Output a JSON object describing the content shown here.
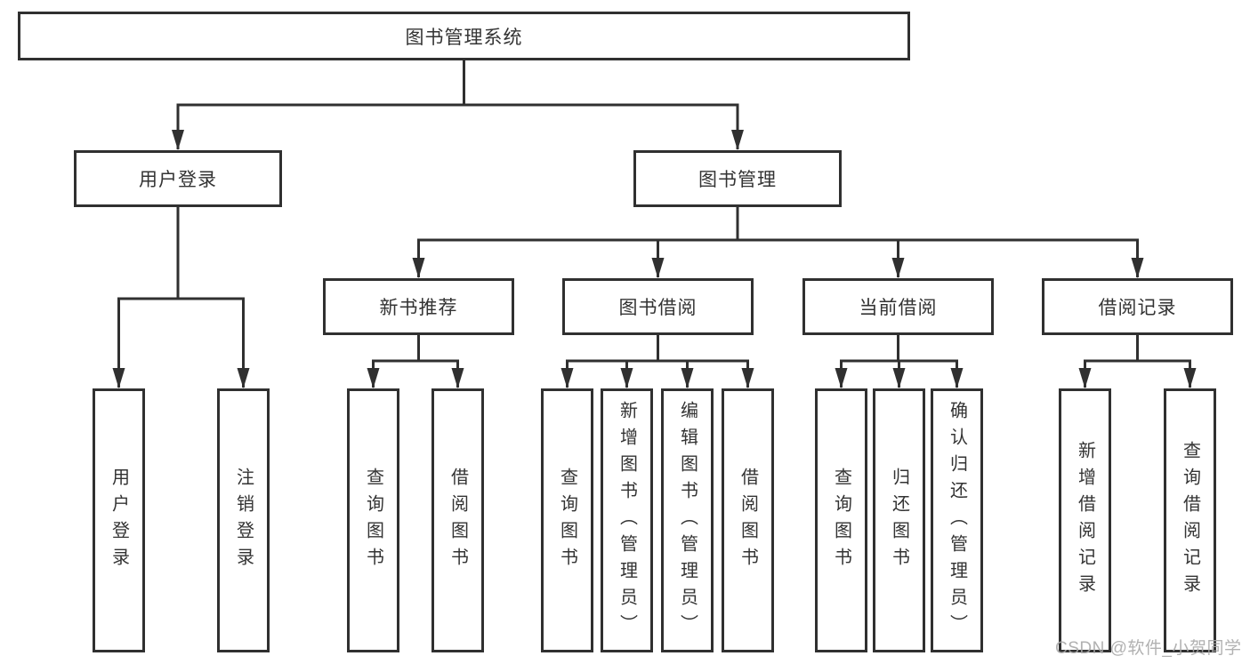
{
  "diagram": {
    "title": "图书管理系统",
    "tree": {
      "label": "图书管理系统",
      "children": [
        {
          "label": "用户登录",
          "children": [
            {
              "label": "用户登录"
            },
            {
              "label": "注销登录"
            }
          ]
        },
        {
          "label": "图书管理",
          "children": [
            {
              "label": "新书推荐",
              "children": [
                {
                  "label": "查询图书"
                },
                {
                  "label": "借阅图书"
                }
              ]
            },
            {
              "label": "图书借阅",
              "children": [
                {
                  "label": "查询图书"
                },
                {
                  "label": "新增图书（管理员）"
                },
                {
                  "label": "编辑图书（管理员）"
                },
                {
                  "label": "借阅图书"
                }
              ]
            },
            {
              "label": "当前借阅",
              "children": [
                {
                  "label": "查询图书"
                },
                {
                  "label": "归还图书"
                },
                {
                  "label": "确认归还（管理员）"
                }
              ]
            },
            {
              "label": "借阅记录",
              "children": [
                {
                  "label": "新增借阅记录"
                },
                {
                  "label": "查询借阅记录"
                }
              ]
            }
          ]
        }
      ]
    },
    "colors": {
      "line": "#303030",
      "text": "#333333",
      "background": "#ffffff",
      "watermark": "#a8a8a8"
    }
  },
  "watermark": {
    "text": "CSDN @软件_小贺同学"
  }
}
